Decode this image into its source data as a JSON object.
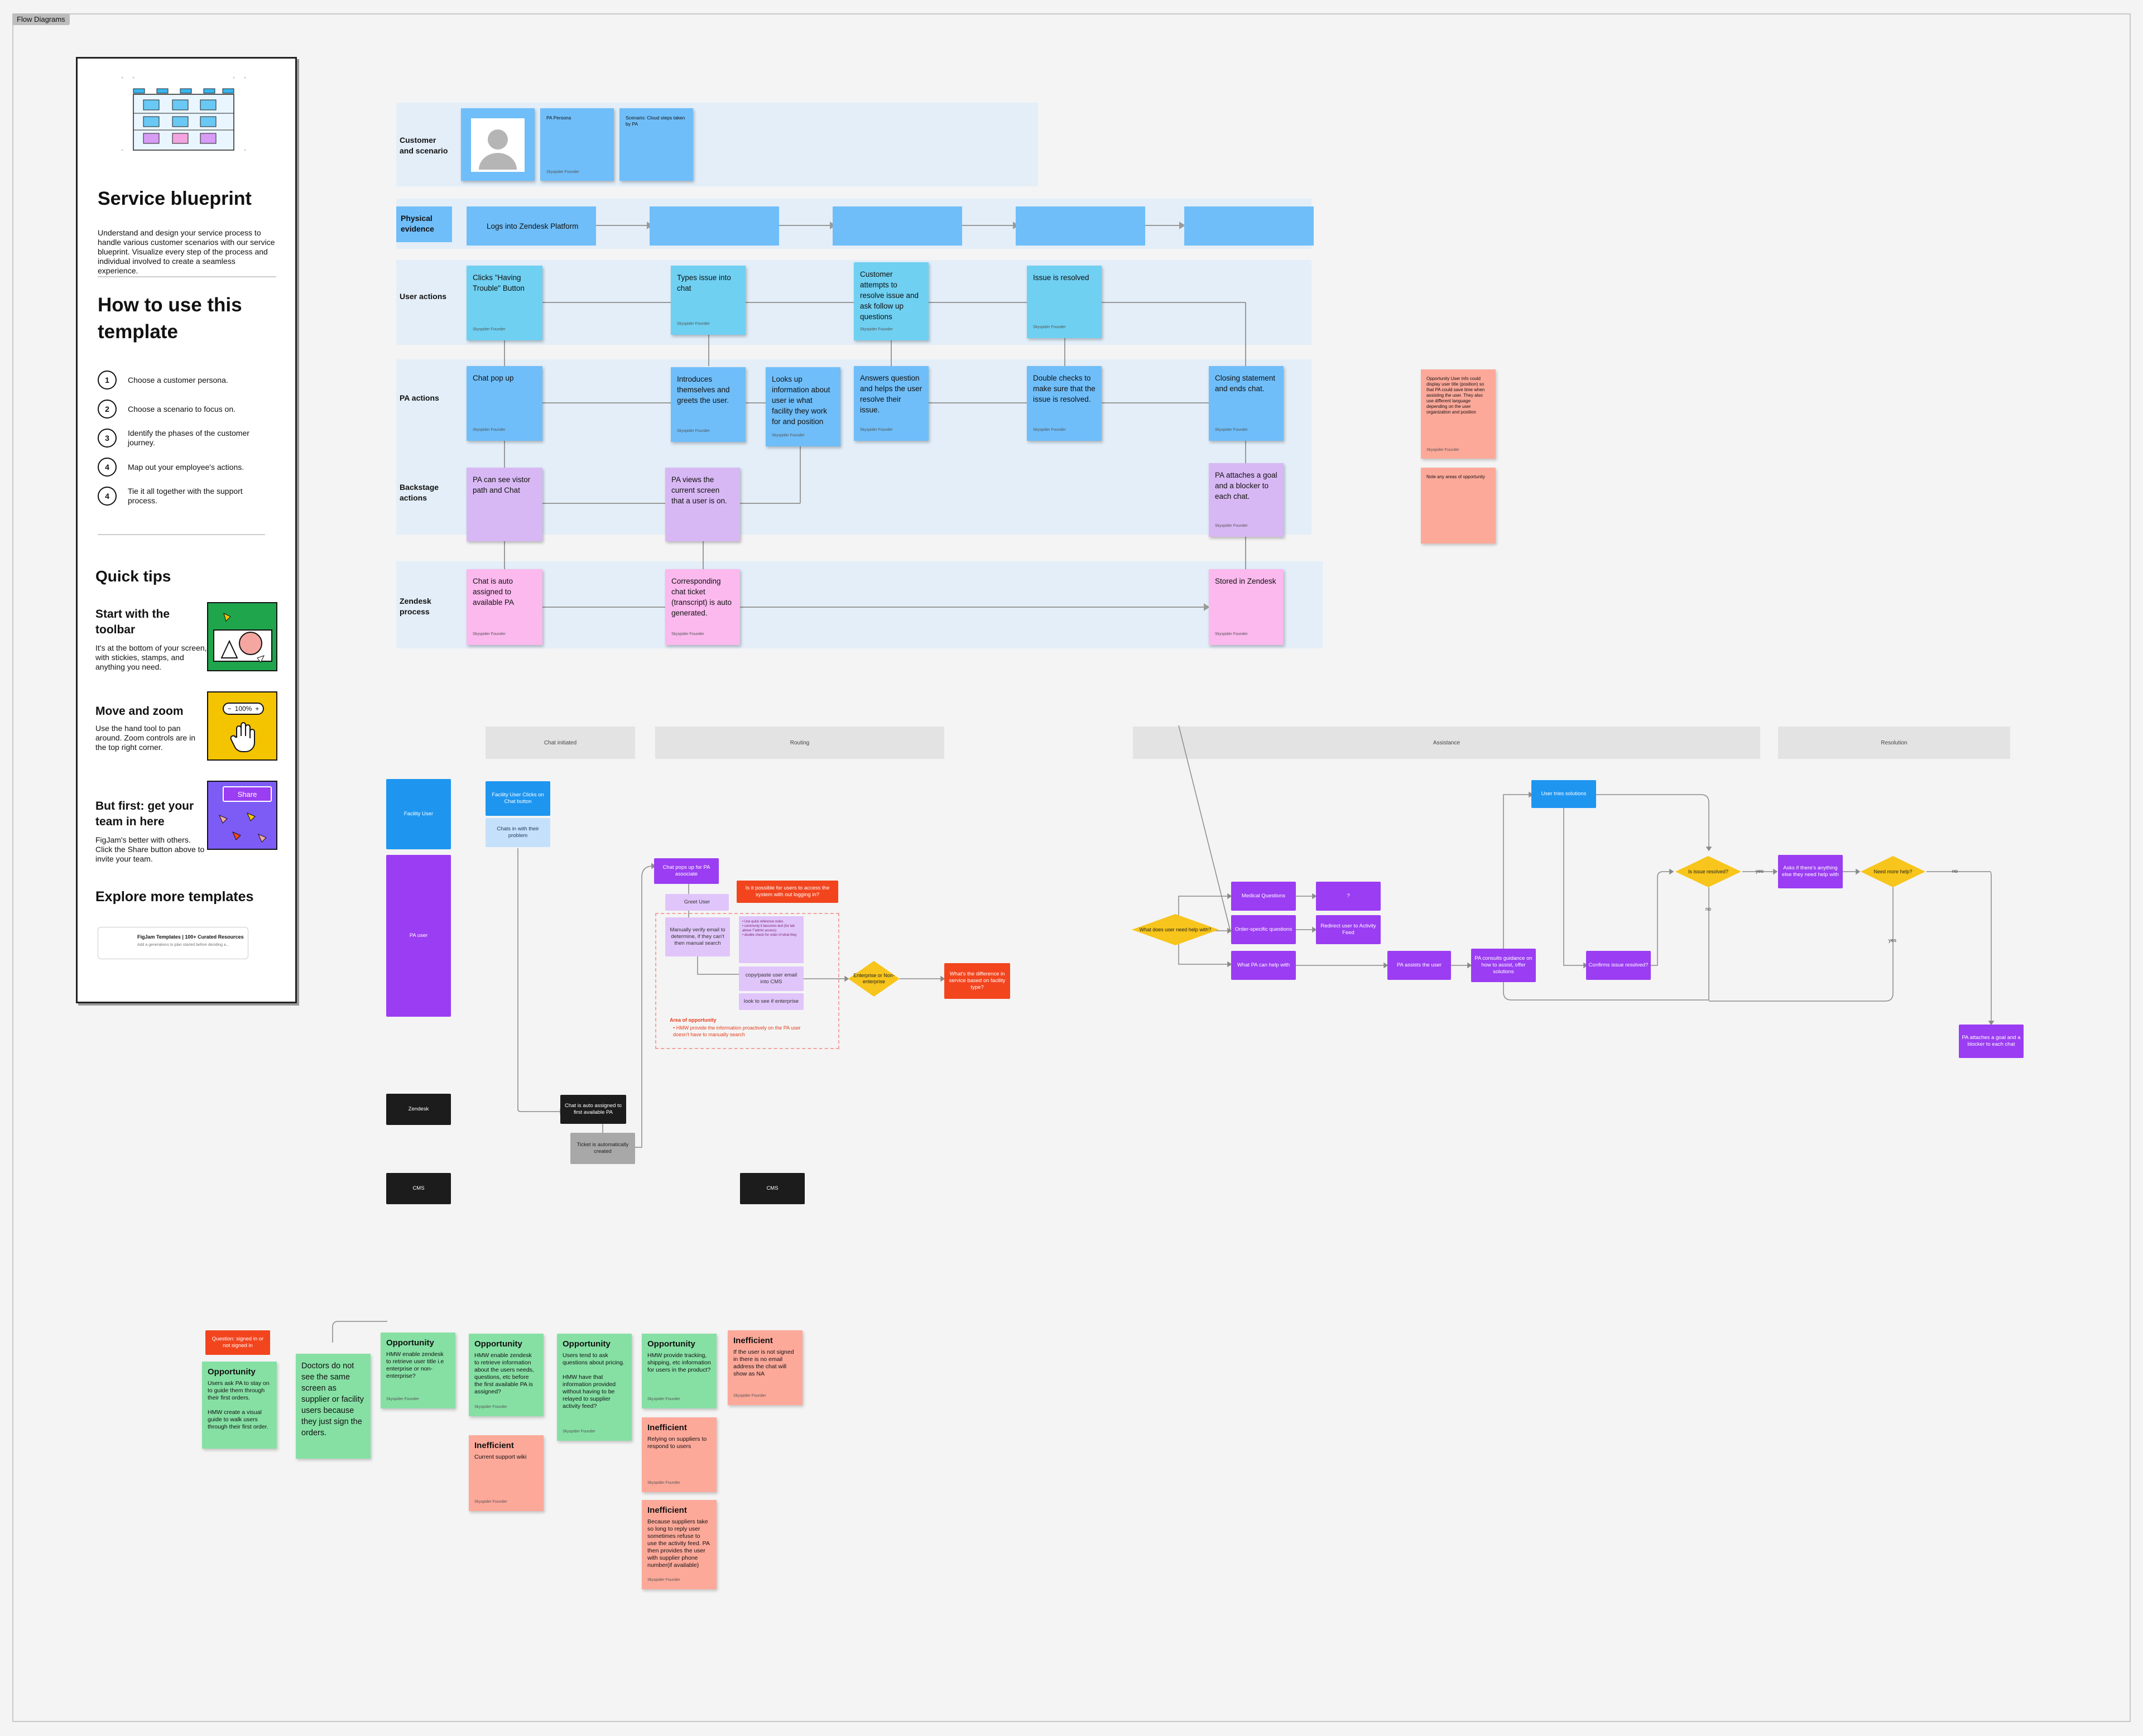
{
  "frame": {
    "title": "Flow Diagrams"
  },
  "panel": {
    "title": "Service blueprint",
    "description": "Understand and design your service process to handle various customer scenarios with our service blueprint. Visualize every step of the process and individual involved to create a seamless experience.",
    "howto_title": "How to use this template",
    "steps": [
      {
        "num": "1",
        "text": "Choose a customer persona."
      },
      {
        "num": "2",
        "text": "Choose a scenario to focus on."
      },
      {
        "num": "3",
        "text": "Identify the phases of the customer journey."
      },
      {
        "num": "4",
        "text": "Map out your employee's actions."
      },
      {
        "num": "4",
        "text": "Tie it all together with the support process."
      }
    ],
    "tips_title": "Quick tips",
    "tips": [
      {
        "title": "Start with the toolbar",
        "text": "It's at the bottom of your screen, with stickies, stamps, and anything you need."
      },
      {
        "title": "Move and zoom",
        "text": "Use the hand tool to pan around. Zoom controls are in the top right corner.",
        "zoom": "100%"
      },
      {
        "title": "But first: get your team in here",
        "text": "FigJam's better with others. Click the Share button above to invite your team.",
        "share": "Share"
      }
    ],
    "explore_title": "Explore more templates",
    "explore_link": "FigJam Templates | 100+ Curated Resources",
    "explore_sub": "Add a generations to plan started before deciding a..."
  },
  "blueprint": {
    "author": "Skyspider Founder",
    "rows": {
      "customer": "Customer and scenario",
      "physical": "Physical evidence",
      "user": "User actions",
      "pa": "PA actions",
      "backstage": "Backstage actions",
      "zendesk": "Zendesk process"
    },
    "customer_cards": {
      "persona": "PA Persona",
      "scenario": "Scenario: Cloud steps taken by PA"
    },
    "physical": [
      "Logs into Zendesk Platform"
    ],
    "user_actions": [
      "Clicks \"Having Trouble\" Button",
      "Types issue into chat",
      "Customer attempts to resolve issue and ask follow up questions",
      "Issue is resolved"
    ],
    "pa_actions": [
      "Chat pop up",
      "Introduces themselves and greets the user.",
      "Looks up information about user ie what facility they work for and position",
      "Answers question and helps the user resolve their issue.",
      "Double checks to make sure that the issue is resolved.",
      "Closing statement and ends chat."
    ],
    "backstage": [
      "PA can see vistor path and Chat",
      "PA views the current screen that a user is on.",
      "PA attaches a goal and a blocker to each chat."
    ],
    "zendesk": [
      "Chat is auto assigned to available PA",
      "Corresponding chat ticket (transcript) is auto generated.",
      "Stored in Zendesk"
    ],
    "side_notes": [
      "Opportunity User info could display user title (position) so that PA could save time when assisting the user. They also use different language depending on the user organization and position",
      "Note any areas of opportunity"
    ]
  },
  "flow": {
    "phases": [
      "Chat initiated",
      "Routing",
      "Assistance",
      "Resolution"
    ],
    "lanes": [
      "Facility User",
      "PA user",
      "Zendesk",
      "CMS"
    ],
    "nodes": {
      "fu_click": "Facility User Clicks on Chat button",
      "fu_chat": "Chats in with their problem",
      "zd_assign": "Chat is auto assigned to first available PA",
      "zd_ticket": "Ticket is automatically created",
      "pa_popup": "Chat pops up for PA associate",
      "is_possible": "Is it possible for users to access the system with out logging in?",
      "greet": "Greet User",
      "verify": "Manually verify email to determine, if they can't then manual search",
      "bullets": "• Use quick reference notes\n• commonly it becomes text (for tab above ?'admin access)\n• double check for order of what they",
      "copy_paste": "copy/paste user email into CMS",
      "look_ent": "look to see if enterprise",
      "ent_diamond": "Enterprise or Non-enterprise",
      "difference": "What's the difference in service based on facility type?",
      "area_title": "Area of opportunity",
      "area_text": "• HMW provide the information proactively on the PA user doesn't have to manually search",
      "cms2": "CMS",
      "what_help": "What does user need help with?",
      "medical": "Medical Questions",
      "question": "?",
      "order_specific": "Order-specific questions",
      "redirect": "Redirect user to Activity Feed",
      "what_pa": "What PA can help with",
      "pa_assists": "PA assists the user",
      "pa_consults": "PA consults guidance on how to assist, offer solutions",
      "user_tries": "User tries solutions",
      "confirms": "Confirms issue resolved?",
      "is_resolved": "Is issue resolved?",
      "asks_anything": "Asks if there's anything else they need help with",
      "need_more": "Need more help?",
      "attaches": "PA attaches a goal and a blocker to each chat",
      "yes": "yes",
      "no": "no"
    }
  },
  "notes": {
    "question_tag": "Question: signed in or not signed in",
    "items": [
      {
        "title": "Opportunity",
        "text": "Users ask PA to stay on to guide them through their first orders.\n\nHMW create a visual guide to walk users through their first order."
      },
      {
        "title": "",
        "text": "Doctors do not see the same screen as supplier or facility users because they just sign the orders."
      },
      {
        "title": "Opportunity",
        "text": "HMW enable zendesk to retrieve user title i.e enterprise or non-enterprise?"
      },
      {
        "title": "Opportunity",
        "text": "HMW enable zendesk to retrieve information about the users needs, questions, etc before the first available PA is assigned?"
      },
      {
        "title": "Opportunity",
        "text": "Users tend to ask questions about pricing.\n\nHMW have that information provided without having to be relayed to supplier activity feed?"
      },
      {
        "title": "Opportunity",
        "text": "HMW provide tracking, shipping, etc information for users in the product?"
      },
      {
        "title": "Inefficient",
        "text": "If the user is not signed in there is no email address the chat will show as NA"
      },
      {
        "title": "Inefficient",
        "text": "Current support wiki"
      },
      {
        "title": "Inefficient",
        "text": "Relying on suppliers to respond to users"
      },
      {
        "title": "Inefficient",
        "text": "Because suppliers take so long to reply user sometimes refuse to use the activity feed. PA then provides the user with supplier phone number(if available)"
      }
    ]
  }
}
